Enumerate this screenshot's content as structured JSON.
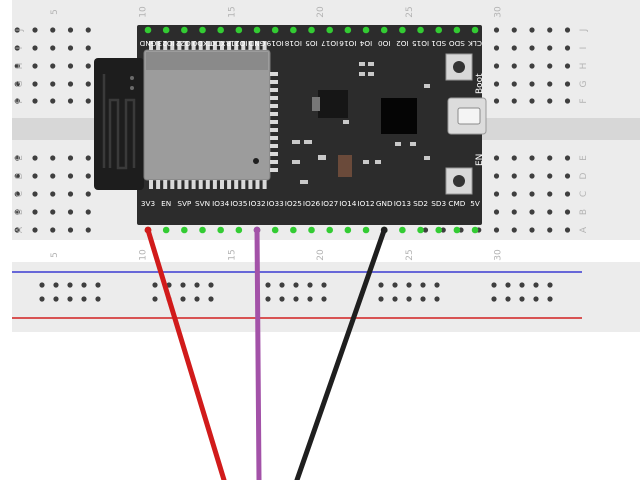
{
  "breadboard": {
    "column_numbers": [
      "5",
      "10",
      "15",
      "20",
      "25",
      "30"
    ],
    "row_letters_top": [
      "J",
      "I",
      "H",
      "G",
      "F"
    ],
    "row_letters_bottom": [
      "E",
      "D",
      "C",
      "B",
      "A"
    ],
    "body_color": "#ececec",
    "rail_blue_color": "#3b3bd1",
    "rail_red_color": "#d12020"
  },
  "module": {
    "top_pins": [
      "CLK",
      "SDO",
      "SD1",
      "IO15",
      "IO2",
      "IO0",
      "IO4",
      "IO16",
      "IO17",
      "IO5",
      "IO18",
      "IO19",
      "GND",
      "IO21",
      "RXD0",
      "TXD0",
      "IO22",
      "IO23",
      "GND"
    ],
    "bottom_pins": [
      "3V3",
      "EN",
      "SVP",
      "SVN",
      "IO34",
      "IO35",
      "IO32",
      "IO33",
      "IO25",
      "IO26",
      "IO27",
      "IO14",
      "IO12",
      "GND",
      "IO13",
      "SD2",
      "SD3",
      "CMD",
      "5V"
    ],
    "boot_label": "Boot",
    "en_label": "EN",
    "board_color": "#2c2c2c",
    "pin_color": "#33cc33"
  },
  "wires": [
    {
      "name": "red-wire",
      "pin": "3V3",
      "color": "#d11b1b"
    },
    {
      "name": "purple-wire",
      "pin": "IO32",
      "color": "#a352a8"
    },
    {
      "name": "black-wire",
      "pin": "GND",
      "color": "#1f1f1f"
    }
  ]
}
